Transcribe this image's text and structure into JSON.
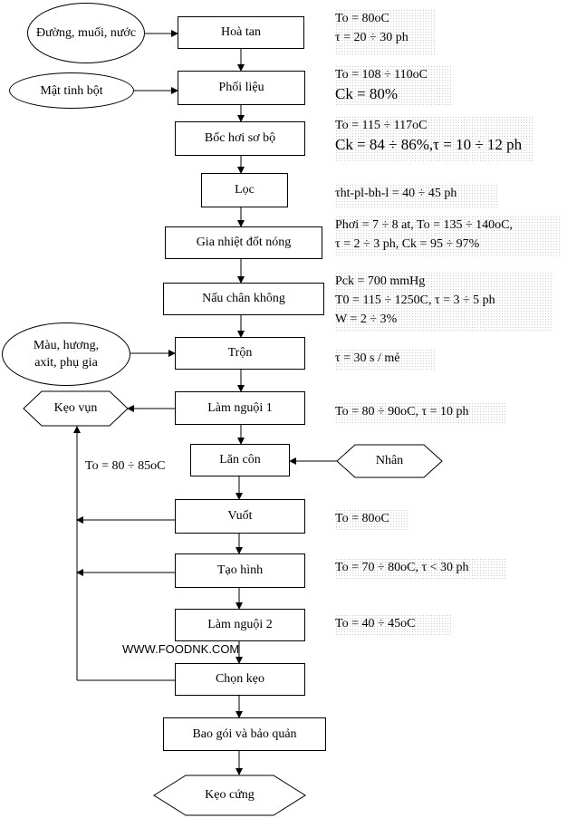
{
  "steps": {
    "hoa_tan": "Hoà tan",
    "phoi_lieu": "Phối liệu",
    "boc_hoi": "Bốc hơi sơ bộ",
    "loc": "Lọc",
    "gia_nhiet": "Gia nhiệt đốt nóng",
    "nau_chan_khong": "Nấu chân không",
    "tron": "Trộn",
    "lam_nguoi_1": "Làm nguội 1",
    "lan_con": "Lăn côn",
    "vuot": "Vuốt",
    "tao_hinh": "Tạo hình",
    "lam_nguoi_2": "Làm nguội 2",
    "chon_keo": "Chọn kẹo",
    "bao_goi": "Bao gói và bảo quản"
  },
  "inputs": {
    "duong": "Đường, muối, nước",
    "mat_tinh_bot": "Mật tinh bột",
    "mau_huong": "Màu, hương, axit, phụ gia",
    "nhan": "Nhân"
  },
  "outputs": {
    "keo_vun": "Kẹo vụn",
    "keo_cung": "Kẹo cứng"
  },
  "params": {
    "hoa_tan_1": "To = 80oC",
    "hoa_tan_2": "τ = 20 ÷ 30 ph",
    "phoi_lieu_1": "To = 108 ÷ 110oC",
    "phoi_lieu_2": "Ck = 80%",
    "boc_hoi_1": "To = 115 ÷ 117oC",
    "boc_hoi_2": "Ck = 84 ÷ 86%,τ = 10 ÷ 12 ph",
    "loc_1": "τht-pl-bh-l = 40 ÷ 45 ph",
    "gia_nhiet_1": "Phơi = 7 ÷ 8 at, To = 135 ÷ 140oC,",
    "gia_nhiet_2": "τ = 2 ÷ 3 ph, Ck = 95 ÷ 97%",
    "nau_1": "Pck = 700 mmHg",
    "nau_2": "T0 = 115 ÷ 1250C, τ = 3 ÷ 5 ph",
    "nau_3": "W = 2 ÷ 3%",
    "tron_1": "τ = 30 s / mẻ",
    "lam_nguoi_1_1": "To = 80 ÷ 90oC, τ = 10 ph",
    "vuot_1": "To = 80oC",
    "tao_hinh_1": "To = 70 ÷ 80oC, τ < 30 ph",
    "lam_nguoi_2_1": "To = 40 ÷ 45oC",
    "return_temp": "To = 80 ÷ 85oC"
  },
  "watermark": "WWW.FOODNK.COM"
}
